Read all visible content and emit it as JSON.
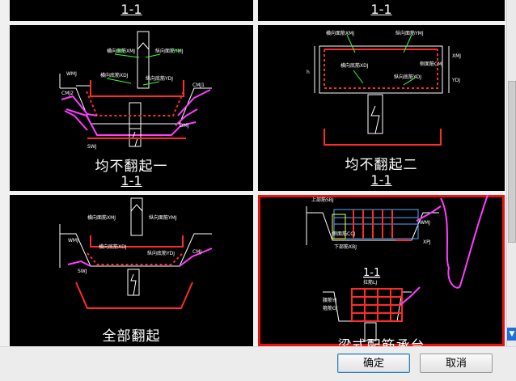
{
  "tiles": {
    "top_left_header": "1-1",
    "top_right_header": "1-1",
    "t1": {
      "title": "均不翻起一",
      "section": "1-1",
      "annotations": [
        "横向面筋XMJ",
        "纵向面筋YMJ",
        "横向底筋XDJ",
        "纵向底筋YDJ",
        "CMJ1",
        "CMJ2",
        "DMJ",
        "SWJ",
        "WMJ"
      ]
    },
    "t2": {
      "title": "均不翻起二",
      "section": "1-1",
      "annotations": [
        "横向面筋XMJ",
        "纵向面筋YMJ",
        "横向底筋XDJ",
        "纵向底筋YDJ",
        "侧面筋CMJ",
        "XMJ",
        "YDJ",
        "h"
      ]
    },
    "t3": {
      "title": "全部翻起",
      "annotations": [
        "横向面筋XMJ",
        "纵向面筋YMJ",
        "横向底筋XDJ",
        "纵向底筋YDJ",
        "CMJ",
        "SWJ",
        "WMJ"
      ]
    },
    "t4": {
      "title": "梁式配筋承台",
      "section": "1-1",
      "annotations": [
        "上部筋SBJ",
        "侧面筋CCJ",
        "下部筋XBJ",
        "拉筋LJ",
        "WMJ",
        "XPJ",
        "腰筋YJ",
        "箍筋GJ"
      ]
    }
  },
  "buttons": {
    "ok": "确定",
    "cancel": "取消"
  },
  "colors": {
    "canvas": "#000000",
    "rebar_red": "#ff2a2a",
    "rebar_magenta": "#ff3dff",
    "cad_white": "#ffffff",
    "cad_green": "#33ff33",
    "selection": "#ee1111",
    "hand_scribble": "#e020e0"
  },
  "scroll": {
    "down_arrow_icon": "▼"
  }
}
